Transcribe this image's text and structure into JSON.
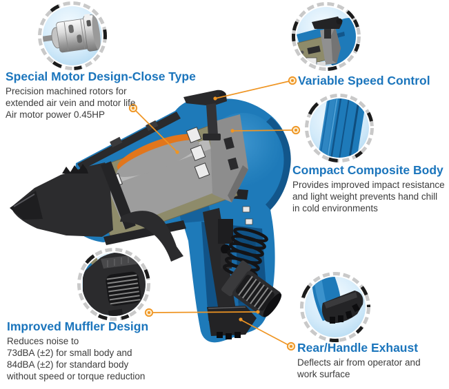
{
  "figure": {
    "type": "product-feature-diagram",
    "subject": "pneumatic screwdriver cutaway"
  },
  "callouts": {
    "motor": {
      "title": "Special Motor Design-Close Type",
      "lines": [
        "Precision machined rotors for",
        "extended air vein and motor life",
        "Air motor power 0.45HP"
      ]
    },
    "speed": {
      "title": "Variable Speed Control",
      "lines": []
    },
    "composite": {
      "title": "Compact Composite Body",
      "lines": [
        "Provides improved impact resistance",
        "and light weight prevents hand chill",
        "in cold environments"
      ]
    },
    "muffler": {
      "title": "Improved Muffler Design",
      "lines": [
        "Reduces noise to",
        "73dBA (±2) for small body and",
        "84dBA (±2) for standard body",
        "without speed or torque reduction"
      ]
    },
    "exhaust": {
      "title": "Rear/Handle Exhaust",
      "lines": [
        "Deflects air from operator and",
        "work surface"
      ]
    }
  },
  "colors": {
    "heading": "#1b75bc",
    "body_text": "#3b3b3b",
    "leader_line": "#ef9523",
    "tool_blue": "#1e7ab9",
    "tool_blue_dark": "#12568b",
    "accent_orange": "#e2761c",
    "metal_olive": "#8e8b6a",
    "metal_gray": "#9d9d9d",
    "housing_black": "#2c2c2e"
  }
}
